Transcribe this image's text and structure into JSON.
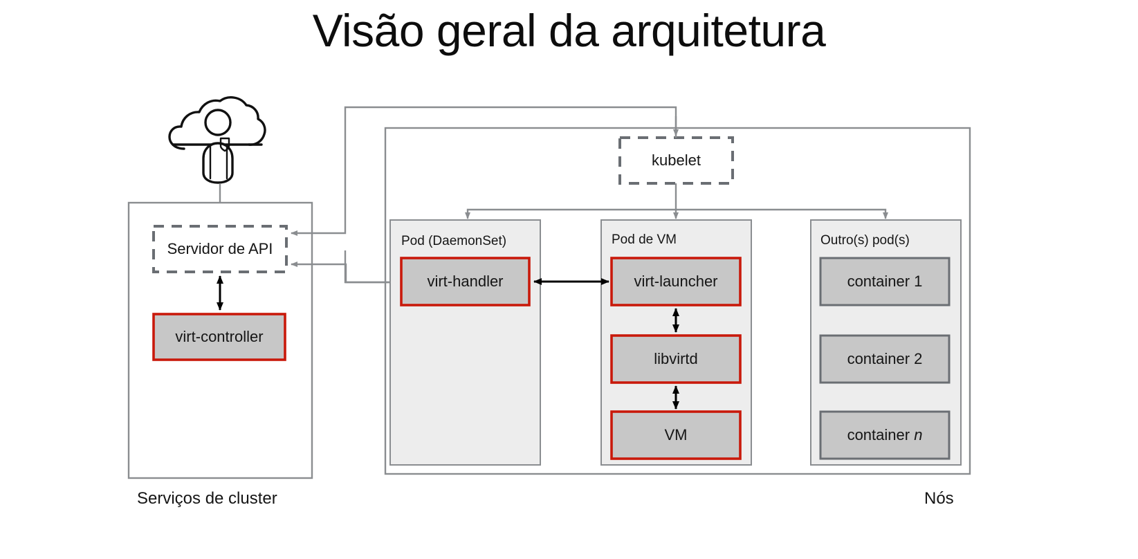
{
  "title": "Visão geral da arquitetura",
  "colors": {
    "red_border": "#c9190b",
    "gray_fill": "#c7c7c7",
    "light_fill": "#ededed",
    "line_gray": "#8a8d90",
    "dash_gray": "#6a6e73",
    "container_border": "#6a6e73",
    "arrow_black": "#000000",
    "text": "#151515",
    "white": "#ffffff"
  },
  "zones": [
    {
      "id": "cluster-services",
      "caption": "Serviços de cluster"
    },
    {
      "id": "nodes",
      "caption": "Nós"
    }
  ],
  "icons": {
    "cloud_user": "cloud-user-icon"
  },
  "cluster_services": {
    "api_server": {
      "label": "Servidor de API",
      "style": "dashed"
    },
    "virt_controller": {
      "label": "virt-controller",
      "style": "red-outline"
    }
  },
  "nodes": {
    "kubelet": {
      "label": "kubelet",
      "style": "dashed"
    },
    "pods": [
      {
        "id": "pod-daemonset",
        "caption": "Pod (DaemonSet)",
        "components": [
          {
            "label": "virt-handler",
            "style": "red-outline"
          }
        ]
      },
      {
        "id": "pod-vm",
        "caption": "Pod de VM",
        "components": [
          {
            "label": "virt-launcher",
            "style": "red-outline"
          },
          {
            "label": "libvirtd",
            "style": "red-outline"
          },
          {
            "label": "VM",
            "style": "red-outline"
          }
        ]
      },
      {
        "id": "other-pods",
        "caption": "Outro(s) pod(s)",
        "components": [
          {
            "label": "container 1",
            "style": "gray-outline"
          },
          {
            "label": "container 2",
            "style": "gray-outline"
          },
          {
            "label": "container n",
            "style": "gray-outline",
            "italic_tail": "n"
          }
        ]
      }
    ]
  },
  "connections": [
    {
      "from": "cloud-user-icon",
      "to": "Servidor de API",
      "type": "arrow"
    },
    {
      "from": "Servidor de API",
      "to": "virt-controller",
      "type": "double-arrow"
    },
    {
      "from": "kubelet",
      "to": "Servidor de API",
      "type": "arrow"
    },
    {
      "from": "virt-handler",
      "to": "Servidor de API",
      "type": "arrow"
    },
    {
      "from": "Servidor de API",
      "to": "virt-handler",
      "type": "arrow"
    },
    {
      "from": "kubelet",
      "to": "Pod (DaemonSet)",
      "type": "arrow"
    },
    {
      "from": "kubelet",
      "to": "Pod de VM",
      "type": "arrow"
    },
    {
      "from": "kubelet",
      "to": "Outro(s) pod(s)",
      "type": "arrow"
    },
    {
      "from": "virt-handler",
      "to": "virt-launcher",
      "type": "double-arrow"
    },
    {
      "from": "virt-launcher",
      "to": "libvirtd",
      "type": "double-arrow"
    },
    {
      "from": "libvirtd",
      "to": "VM",
      "type": "double-arrow"
    }
  ]
}
